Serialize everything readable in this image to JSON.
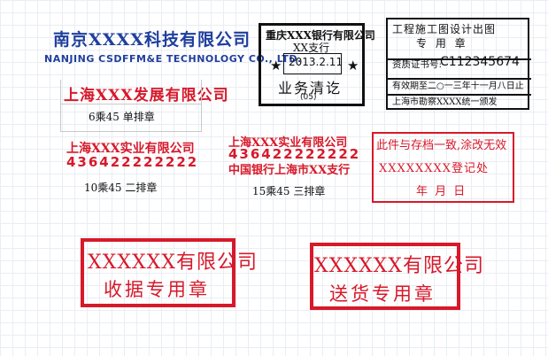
{
  "blue_company": {
    "name_cn": "南京XXXX科技有限公司",
    "name_en": "NANJING CSDFFM&E TECHNOLOGY CO., LTD."
  },
  "single_row_stamp": {
    "title": "上海XXX发展有限公司",
    "caption": "6乘45 单排章"
  },
  "double_row_stamp": {
    "title": "上海XXX实业有限公司",
    "number": "436422222222",
    "caption": "10乘45 二排章"
  },
  "triple_row_stamp": {
    "title": "上海XXX实业有限公司",
    "number": "436422222222",
    "bank": "中国银行上海市XX支行",
    "caption": "15乘45 三排章"
  },
  "bank_stamp": {
    "title": "重庆XXX银行有限公司",
    "branch": "XX支行",
    "date": "2013.2.11",
    "use": "业务清讫",
    "code": "(05)",
    "star": "★"
  },
  "engineering_stamp": {
    "title": "工程施工图设计出图",
    "subtitle": "专 用 章",
    "cert_label": "资质证书号:",
    "cert_value": "C112345674",
    "validity": "有效期至二○一三年十一月八日止",
    "issuer": "上海市勘察XXXX统一颁发"
  },
  "archive_stamp": {
    "line1": "此件与存档一致,涂改无效",
    "line2": "XXXXXXXX登记处",
    "line3": "年 月 日"
  },
  "receipt_stamp": {
    "line1": "XXXXXX有限公司",
    "line2": "收据专用章"
  },
  "delivery_stamp": {
    "line1": "XXXXXX有限公司",
    "line2": "送货专用章"
  }
}
